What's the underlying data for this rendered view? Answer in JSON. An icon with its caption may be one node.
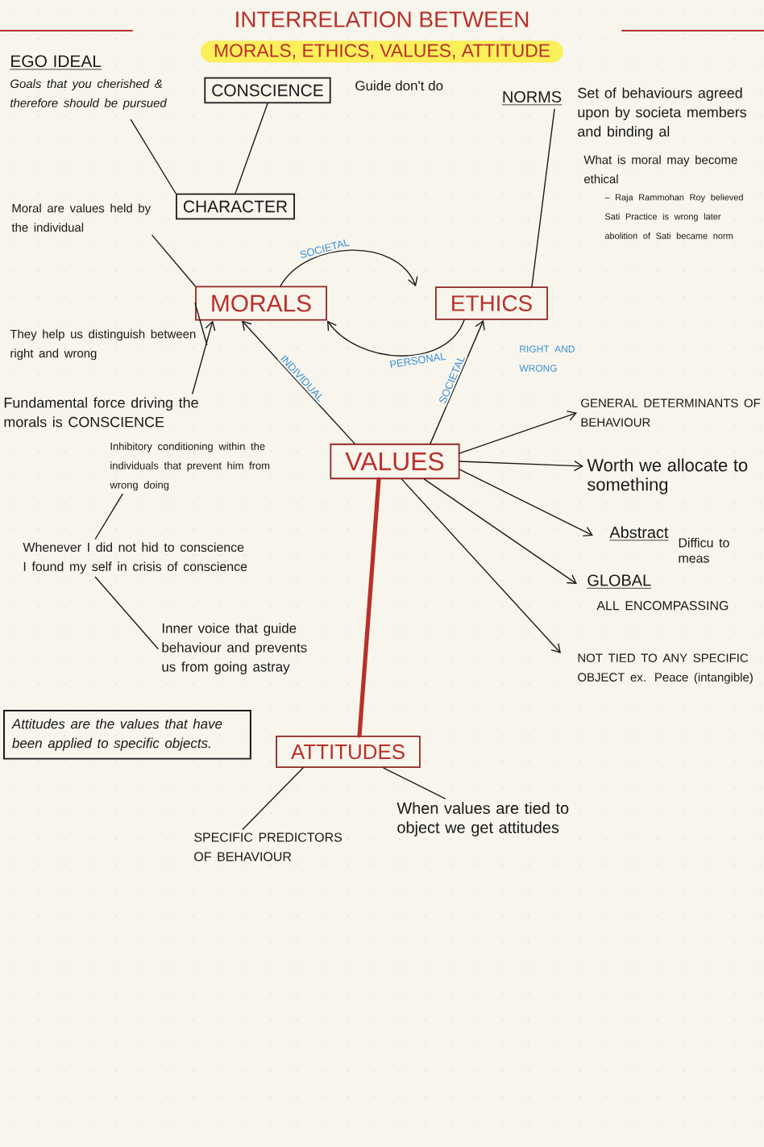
{
  "diagram": {
    "title": "INTERRELATION BETWEEN",
    "nodes": [
      {
        "text": [
          "EGO IDEAL",
          "Goals that you cherished & therefore should be pursued"
        ]
      },
      {
        "text": [
          "CONSCIENCE"
        ]
      },
      {
        "text": [
          "NORMS"
        ]
      },
      {
        "text": [
          "CHARACTER"
        ]
      },
      {
        "text": [
          "Moral are values held by the individual"
        ]
      },
      {
        "text": [
          "MORALS"
        ]
      },
      {
        "text": [
          "ETHICS"
        ]
      },
      {
        "text": [
          "They help us distinguish between right and wrong"
        ]
      },
      {
        "text": [
          "Fundamental force driving the morals is CONSCIENCE"
        ]
      },
      {
        "text": [
          "Inhibitory conditioning within the individuals that prevent him from wrong doing"
        ]
      },
      {
        "text": [
          "Whenever I did not hid to conscience I found my self in crisis of conscience"
        ]
      },
      {
        "text": [
          "Inner voice that guide behaviour and prevents us from going astray"
        ]
      },
      {
        "text": [
          "VALUES"
        ]
      },
      {
        "text": [
          "GENERAL DETERMINANTS OF BEHAVIOUR"
        ]
      },
      {
        "text": [
          "Worth we allocate to something"
        ]
      },
      {
        "text": [
          "Abstract",
          "Difficu to meas"
        ]
      },
      {
        "text": [
          "GLOBAL",
          "ALL ENCOMPASSING"
        ]
      },
      {
        "text": [
          "NOT TIED TO ANY SPECIFIC OBJECT ex. Peace (intangible)"
        ]
      },
      {
        "text": [
          "Attitudes are the values that have been applied to specific objects."
        ]
      },
      {
        "text": [
          "ATTITUDES"
        ]
      },
      {
        "text": [
          "SPECIFIC PREDICTORS OF BEHAVIOUR"
        ]
      },
      {
        "text": [
          "When values are tied to object we get attitudes"
        ]
      }
    ],
    "edges": [
      {
        "from": 0,
        "to": 3,
        "arrow": "none"
      },
      {
        "from": 1,
        "to": 3,
        "arrow": "none"
      },
      {
        "from": 2,
        "to": 6,
        "arrow": "none"
      },
      {
        "from": 4,
        "to": 5,
        "arrow": "none"
      },
      {
        "from": 5,
        "to": 6,
        "arrow": "to",
        "label": "SOCIETAL"
      },
      {
        "from": 6,
        "to": 5,
        "arrow": "to",
        "label": "PERSONAL"
      },
      {
        "from": 7,
        "to": 5,
        "arrow": "none"
      },
      {
        "from": 8,
        "to": 5,
        "arrow": "to"
      },
      {
        "from": 9,
        "to": 10,
        "arrow": "none"
      },
      {
        "from": 10,
        "to": 11,
        "arrow": "none"
      },
      {
        "from": 12,
        "to": 5,
        "arrow": "to",
        "label": "INDIVIDUAL"
      },
      {
        "from": 12,
        "to": 6,
        "arrow": "to",
        "label": "SOCIETAL"
      },
      {
        "from": 12,
        "to": 13,
        "arrow": "to"
      },
      {
        "from": 12,
        "to": 14,
        "arrow": "to"
      },
      {
        "from": 12,
        "to": 15,
        "arrow": "to"
      },
      {
        "from": 12,
        "to": 16,
        "arrow": "to"
      },
      {
        "from": 12,
        "to": 17,
        "arrow": "to"
      },
      {
        "from": 12,
        "to": 19,
        "arrow": "none",
        "style": "thick",
        "color": "#b8302a"
      },
      {
        "from": 19,
        "to": 20,
        "arrow": "none"
      },
      {
        "from": 19,
        "to": 21,
        "arrow": "none"
      }
    ],
    "labels": [
      "MORALS, ETHICS, VALUES, ATTITUDE",
      "Guide don't do",
      "Set of behaviours agreed upon by societa members and binding al",
      "What is moral may become ethical",
      "– Raja Rammohan Roy believed Sati Practice is wrong later abolition of Sati became norm",
      "RIGHT AND WRONG"
    ]
  }
}
